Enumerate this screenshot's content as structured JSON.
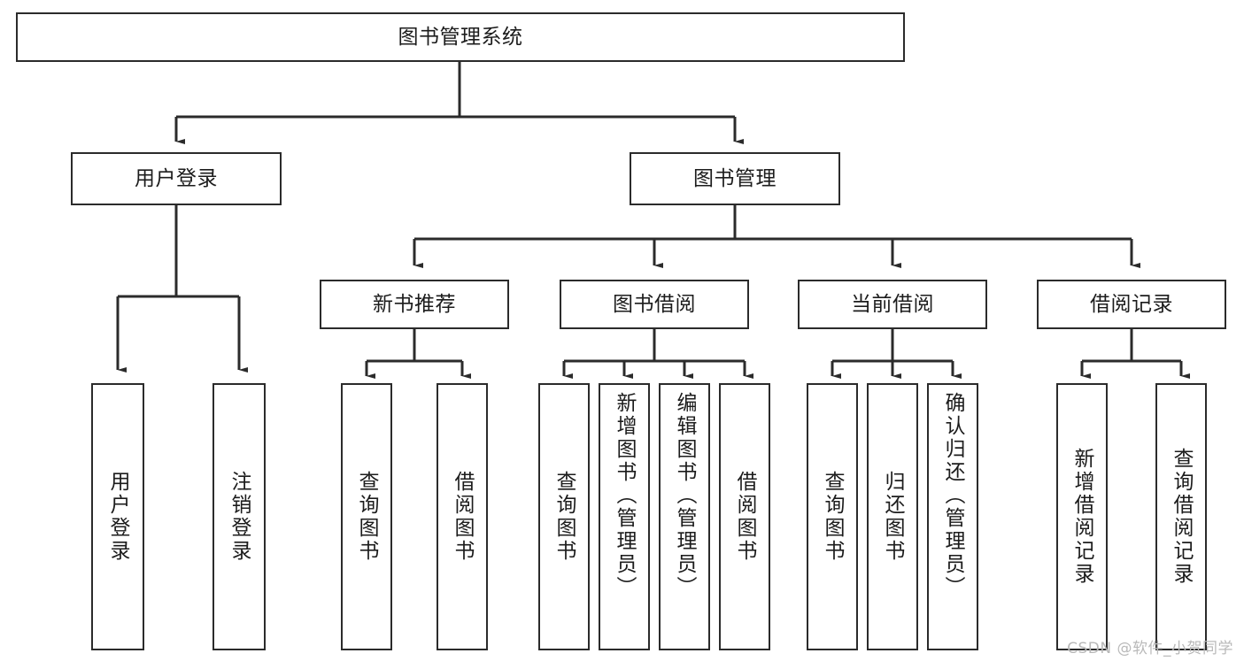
{
  "diagram": {
    "type": "tree-hierarchy",
    "title": "图书管理系统",
    "background_color": "#ffffff",
    "stroke_color": "#2b2b2b",
    "text_color": "#1c1c1c",
    "root": {
      "id": "root",
      "label": "图书管理系统",
      "level": 0
    },
    "level1": [
      {
        "id": "user-login",
        "label": "用户登录"
      },
      {
        "id": "book-management",
        "label": "图书管理"
      }
    ],
    "level2": [
      {
        "id": "new-book-recommend",
        "label": "新书推荐",
        "parent": "book-management"
      },
      {
        "id": "book-borrow",
        "label": "图书借阅",
        "parent": "book-management"
      },
      {
        "id": "current-borrow",
        "label": "当前借阅",
        "parent": "book-management"
      },
      {
        "id": "borrow-record",
        "label": "借阅记录",
        "parent": "book-management"
      }
    ],
    "leaves": {
      "user_login": [
        {
          "id": "leaf-user-login",
          "label": "用户登录"
        },
        {
          "id": "leaf-user-logout",
          "label": "注销登录"
        }
      ],
      "new_book_recommend": [
        {
          "id": "leaf-query-book-1",
          "label": "查询图书"
        },
        {
          "id": "leaf-borrow-book-1",
          "label": "借阅图书"
        }
      ],
      "book_borrow": [
        {
          "id": "leaf-query-book-2",
          "label": "查询图书"
        },
        {
          "id": "leaf-add-book",
          "label": "新增图书（管理员）"
        },
        {
          "id": "leaf-edit-book",
          "label": "编辑图书（管理员）"
        },
        {
          "id": "leaf-borrow-book-2",
          "label": "借阅图书"
        }
      ],
      "current_borrow": [
        {
          "id": "leaf-query-book-3",
          "label": "查询图书"
        },
        {
          "id": "leaf-return-book",
          "label": "归还图书"
        },
        {
          "id": "leaf-confirm-return",
          "label": "确认归还（管理员）"
        }
      ],
      "borrow_record": [
        {
          "id": "leaf-add-record",
          "label": "新增借阅记录"
        },
        {
          "id": "leaf-query-record",
          "label": "查询借阅记录"
        }
      ]
    }
  },
  "watermark": {
    "text": "CSDN @软件_小贺同学",
    "color": "#b9b9b9"
  }
}
